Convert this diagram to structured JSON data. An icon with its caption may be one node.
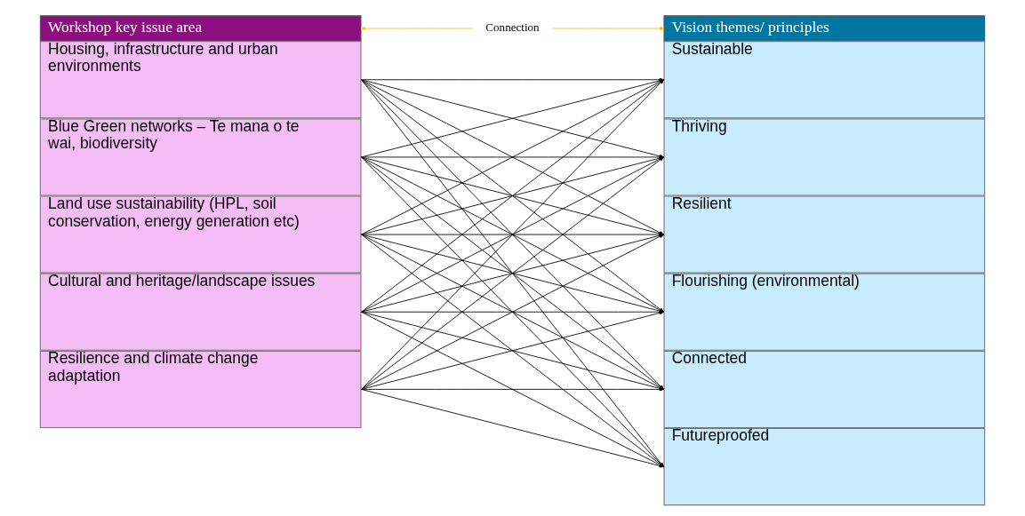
{
  "diagram": {
    "nodes": [
      {
        "text": [
          "Workshop key issue area"
        ]
      },
      {
        "text": [
          "Connection"
        ]
      },
      {
        "text": [
          "Vision themes/ principles"
        ]
      },
      {
        "text": [
          "Housing, infrastructure and urban environments"
        ]
      },
      {
        "text": [
          "Blue Green networks – Te mana o te wai, biodiversity"
        ]
      },
      {
        "text": [
          "Land use sustainability (HPL, soil conservation, energy generation etc)"
        ]
      },
      {
        "text": [
          "Cultural and heritage/landscape issues"
        ]
      },
      {
        "text": [
          "Resilience and climate change adaptation"
        ]
      },
      {
        "text": [
          "Sustainable"
        ]
      },
      {
        "text": [
          "Thriving"
        ]
      },
      {
        "text": [
          "Resilient"
        ]
      },
      {
        "text": [
          "Flourishing (environmental)"
        ]
      },
      {
        "text": [
          "Connected"
        ]
      },
      {
        "text": [
          "Futureproofed"
        ]
      }
    ],
    "edges": [
      {
        "from": 1,
        "to": 0,
        "arrow": "to",
        "color": "#f5c000"
      },
      {
        "from": 1,
        "to": 2,
        "arrow": "to",
        "color": "#f5c000"
      },
      {
        "from": 3,
        "to": 8,
        "arrow": "to"
      },
      {
        "from": 3,
        "to": 9,
        "arrow": "to"
      },
      {
        "from": 3,
        "to": 10,
        "arrow": "to"
      },
      {
        "from": 3,
        "to": 11,
        "arrow": "to"
      },
      {
        "from": 3,
        "to": 12,
        "arrow": "to"
      },
      {
        "from": 3,
        "to": 13,
        "arrow": "to"
      },
      {
        "from": 4,
        "to": 8,
        "arrow": "to"
      },
      {
        "from": 4,
        "to": 9,
        "arrow": "to"
      },
      {
        "from": 4,
        "to": 10,
        "arrow": "to"
      },
      {
        "from": 4,
        "to": 11,
        "arrow": "to"
      },
      {
        "from": 4,
        "to": 12,
        "arrow": "to"
      },
      {
        "from": 4,
        "to": 13,
        "arrow": "to"
      },
      {
        "from": 5,
        "to": 8,
        "arrow": "to"
      },
      {
        "from": 5,
        "to": 9,
        "arrow": "to"
      },
      {
        "from": 5,
        "to": 10,
        "arrow": "to"
      },
      {
        "from": 5,
        "to": 11,
        "arrow": "to"
      },
      {
        "from": 5,
        "to": 12,
        "arrow": "to"
      },
      {
        "from": 5,
        "to": 13,
        "arrow": "to"
      },
      {
        "from": 6,
        "to": 8,
        "arrow": "to"
      },
      {
        "from": 6,
        "to": 9,
        "arrow": "to"
      },
      {
        "from": 6,
        "to": 10,
        "arrow": "to"
      },
      {
        "from": 6,
        "to": 11,
        "arrow": "to"
      },
      {
        "from": 6,
        "to": 12,
        "arrow": "to"
      },
      {
        "from": 6,
        "to": 13,
        "arrow": "to"
      },
      {
        "from": 7,
        "to": 8,
        "arrow": "to"
      },
      {
        "from": 7,
        "to": 9,
        "arrow": "to"
      },
      {
        "from": 7,
        "to": 10,
        "arrow": "to"
      },
      {
        "from": 7,
        "to": 11,
        "arrow": "to"
      },
      {
        "from": 7,
        "to": 12,
        "arrow": "to"
      },
      {
        "from": 7,
        "to": 13,
        "arrow": "to"
      }
    ]
  }
}
